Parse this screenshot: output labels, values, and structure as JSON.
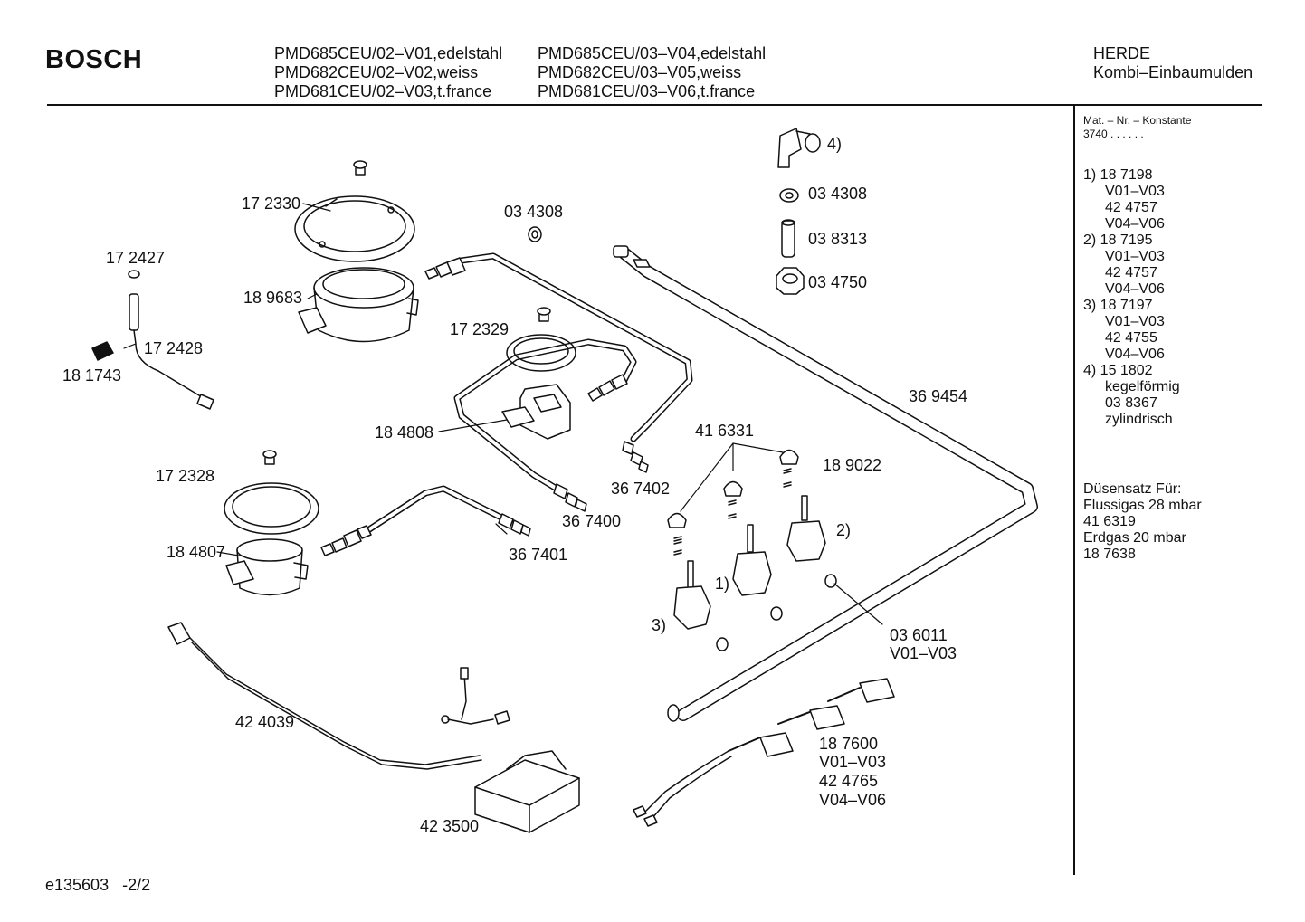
{
  "header": {
    "brand": "BOSCH",
    "models_col1": [
      "PMD685CEU/02–V01,edelstahl",
      "PMD682CEU/02–V02,weiss",
      "PMD681CEU/02–V03,t.france"
    ],
    "models_col2": [
      "PMD685CEU/03–V04,edelstahl",
      "PMD682CEU/03–V05,weiss",
      "PMD681CEU/03–V06,t.france"
    ],
    "category": [
      "HERDE",
      "Kombi–Einbaumulden"
    ]
  },
  "sidebar": {
    "mat_header": "Mat. – Nr. – Konstante",
    "mat_const": "3740 . . . . . .",
    "notes": [
      {
        "text": "1) 18 7198",
        "indent": false
      },
      {
        "text": "V01–V03",
        "indent": true
      },
      {
        "text": "42 4757",
        "indent": true
      },
      {
        "text": "V04–V06",
        "indent": true
      },
      {
        "text": "2) 18 7195",
        "indent": false
      },
      {
        "text": "V01–V03",
        "indent": true
      },
      {
        "text": "42 4757",
        "indent": true
      },
      {
        "text": "V04–V06",
        "indent": true
      },
      {
        "text": "3) 18 7197",
        "indent": false
      },
      {
        "text": "V01–V03",
        "indent": true
      },
      {
        "text": "42 4755",
        "indent": true
      },
      {
        "text": "V04–V06",
        "indent": true
      },
      {
        "text": "4) 15 1802",
        "indent": false
      },
      {
        "text": "kegelförmig",
        "indent": true
      },
      {
        "text": "03 8367",
        "indent": true
      },
      {
        "text": "zylindrisch",
        "indent": true
      }
    ],
    "duesensatz": [
      "Düsensatz Für:",
      "Flussigas 28 mbar",
      "41 6319",
      "Erdgas 20 mbar",
      "18 7638"
    ]
  },
  "parts": {
    "p1": "17 2330",
    "p2": "03 4308",
    "p3": "4)",
    "p4": "03 4308",
    "p5": "03 8313",
    "p6": "03 4750",
    "p7": "17 2427",
    "p8": "18 9683",
    "p9": "17 2428",
    "p10": "18 1743",
    "p11": "17 2329",
    "p12": "18 4808",
    "p13": "36 9454",
    "p14": "41 6331",
    "p15": "18 9022",
    "p16": "36 7402",
    "p17": "17 2328",
    "p18": "36 7400",
    "p19": "2)",
    "p20": "18 4807",
    "p21": "36 7401",
    "p22": "1)",
    "p23": "3)",
    "p24": "03 6011",
    "p25": "V01–V03",
    "p26": "42 4039",
    "p27": "18 7600",
    "p28": "V01–V03",
    "p29": "42 4765",
    "p30": "V04–V06",
    "p31": "42 3500"
  },
  "footer": {
    "code": "e135603",
    "page": "-2/2"
  }
}
